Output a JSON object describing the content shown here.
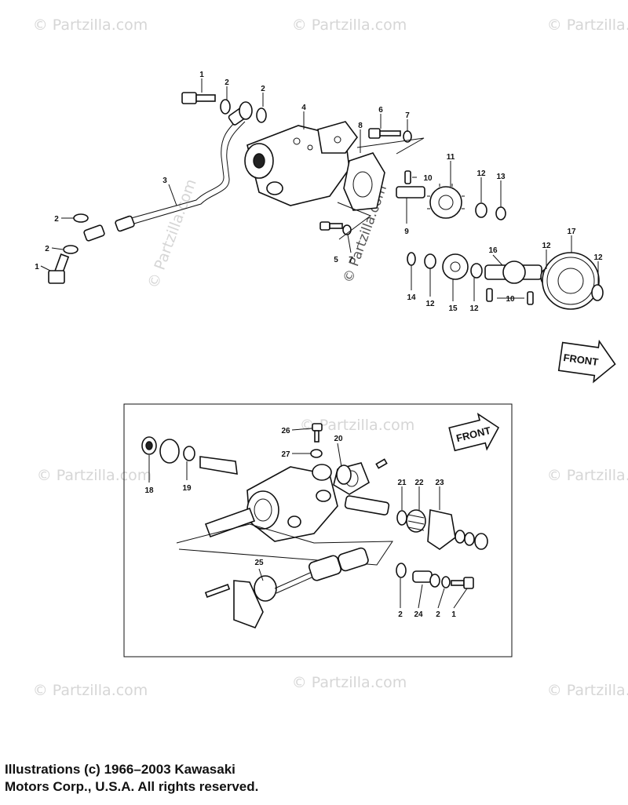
{
  "watermark": {
    "text": "© Partzilla.com"
  },
  "upper_callouts": [
    "1",
    "2",
    "2",
    "3",
    "4",
    "6",
    "7",
    "8",
    "10",
    "11",
    "12",
    "13",
    "2",
    "2",
    "1",
    "9",
    "7",
    "5",
    "16",
    "17",
    "12",
    "12",
    "14",
    "12",
    "15",
    "12",
    "10"
  ],
  "lower_callouts": [
    "26",
    "20",
    "27",
    "18",
    "19",
    "21",
    "22",
    "23",
    "25",
    "2",
    "24",
    "2",
    "1"
  ],
  "front_labels": {
    "upper": "FRONT",
    "lower": "FRONT"
  },
  "copyright": {
    "line1": "Illustrations (c) 1966–2003 Kawasaki",
    "line2": "Motors Corp., U.S.A.  All rights reserved."
  }
}
